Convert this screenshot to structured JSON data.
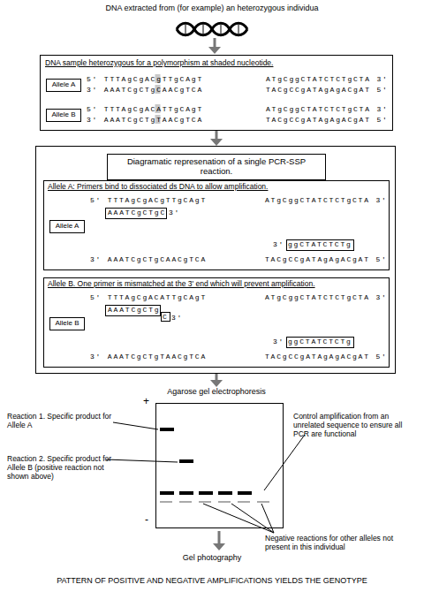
{
  "diagram": {
    "title": "DNA extracted from (for example) an heterozygous individua",
    "caption": "PATTERN OF POSITIVE AND NEGATIVE AMPLIFICATIONS YIELDS THE GENOTYPE",
    "nodes": [
      {
        "text": [
          "DNA sample heterozygous for a polymorphism at shaded nucleotide.",
          "5' TTTAgCgACgTTgCAgT",
          "ATgCggCTATCTCTgCTA 3'",
          "3' AAATCgCTgCAACgTCA",
          "TACgCCgATAgAgACgAT 5'",
          "5' TTTAgCgACATTgCAgT",
          "ATgCggCTATCTCTgCTA 3'",
          "3' AAATCgCTgTAACgTCA",
          "TACgCCgATAgAgACgAT 5'"
        ]
      },
      {
        "text": [
          "Allele A"
        ],
        "in": 0
      },
      {
        "text": [
          "Allele B"
        ],
        "in": 0
      },
      {
        "text": [
          "Diagramatic represenation of a single PCR-SSP reaction."
        ]
      },
      {
        "text": [
          "Allele A: Primers bind to dissociated ds DNA to allow amplification.",
          "5' TTTAgCgACgTTgCAgT",
          "ATgCggCTATCTCTgCTA 3'",
          "3' AAATCgCTgCAACgTCA",
          "TACgCCgATAgAgACgAT 5'"
        ],
        "in": 3
      },
      {
        "text": [
          "Allele A"
        ],
        "in": 4
      },
      {
        "text": [
          "AAATCgCTgC",
          "3'"
        ],
        "in": 4
      },
      {
        "text": [
          "3'",
          "ggCTATCTCTg"
        ],
        "in": 4
      },
      {
        "text": [
          "Allele B. One primer is mismatched at the 3' end which will prevent amplification.",
          "5' TTTAgCgACATTgCAgT",
          "ATgCggCTATCTCTgCTA 3'",
          "3' AAATCgCTgTAACgTCA",
          "TACgCCgATAgAgACgAT 5'"
        ],
        "in": 3
      },
      {
        "text": [
          "Allele B"
        ],
        "in": 8
      },
      {
        "text": [
          "AAATCgCTg",
          "C",
          "3'"
        ],
        "in": 8
      },
      {
        "text": [
          "3'",
          "ggCTATCTCTg"
        ],
        "in": 8
      },
      {
        "text": [
          "Agarose gel electrophoresis",
          "+",
          "-"
        ]
      }
    ],
    "edges": [
      {
        "from": 0,
        "to": 3,
        "arrow": "to"
      },
      {
        "from": 3,
        "to": 12,
        "arrow": "to"
      }
    ],
    "labels": [
      "Reaction 1. Specific product for Allele A",
      "Reaction 2. Specific product for Allele B (positive reaction not shown above)",
      "Control amplification from an unrelated sequence to ensure all PCR are functional",
      "Negative reactions for other alleles not present in this individual",
      "Gel photography"
    ]
  }
}
